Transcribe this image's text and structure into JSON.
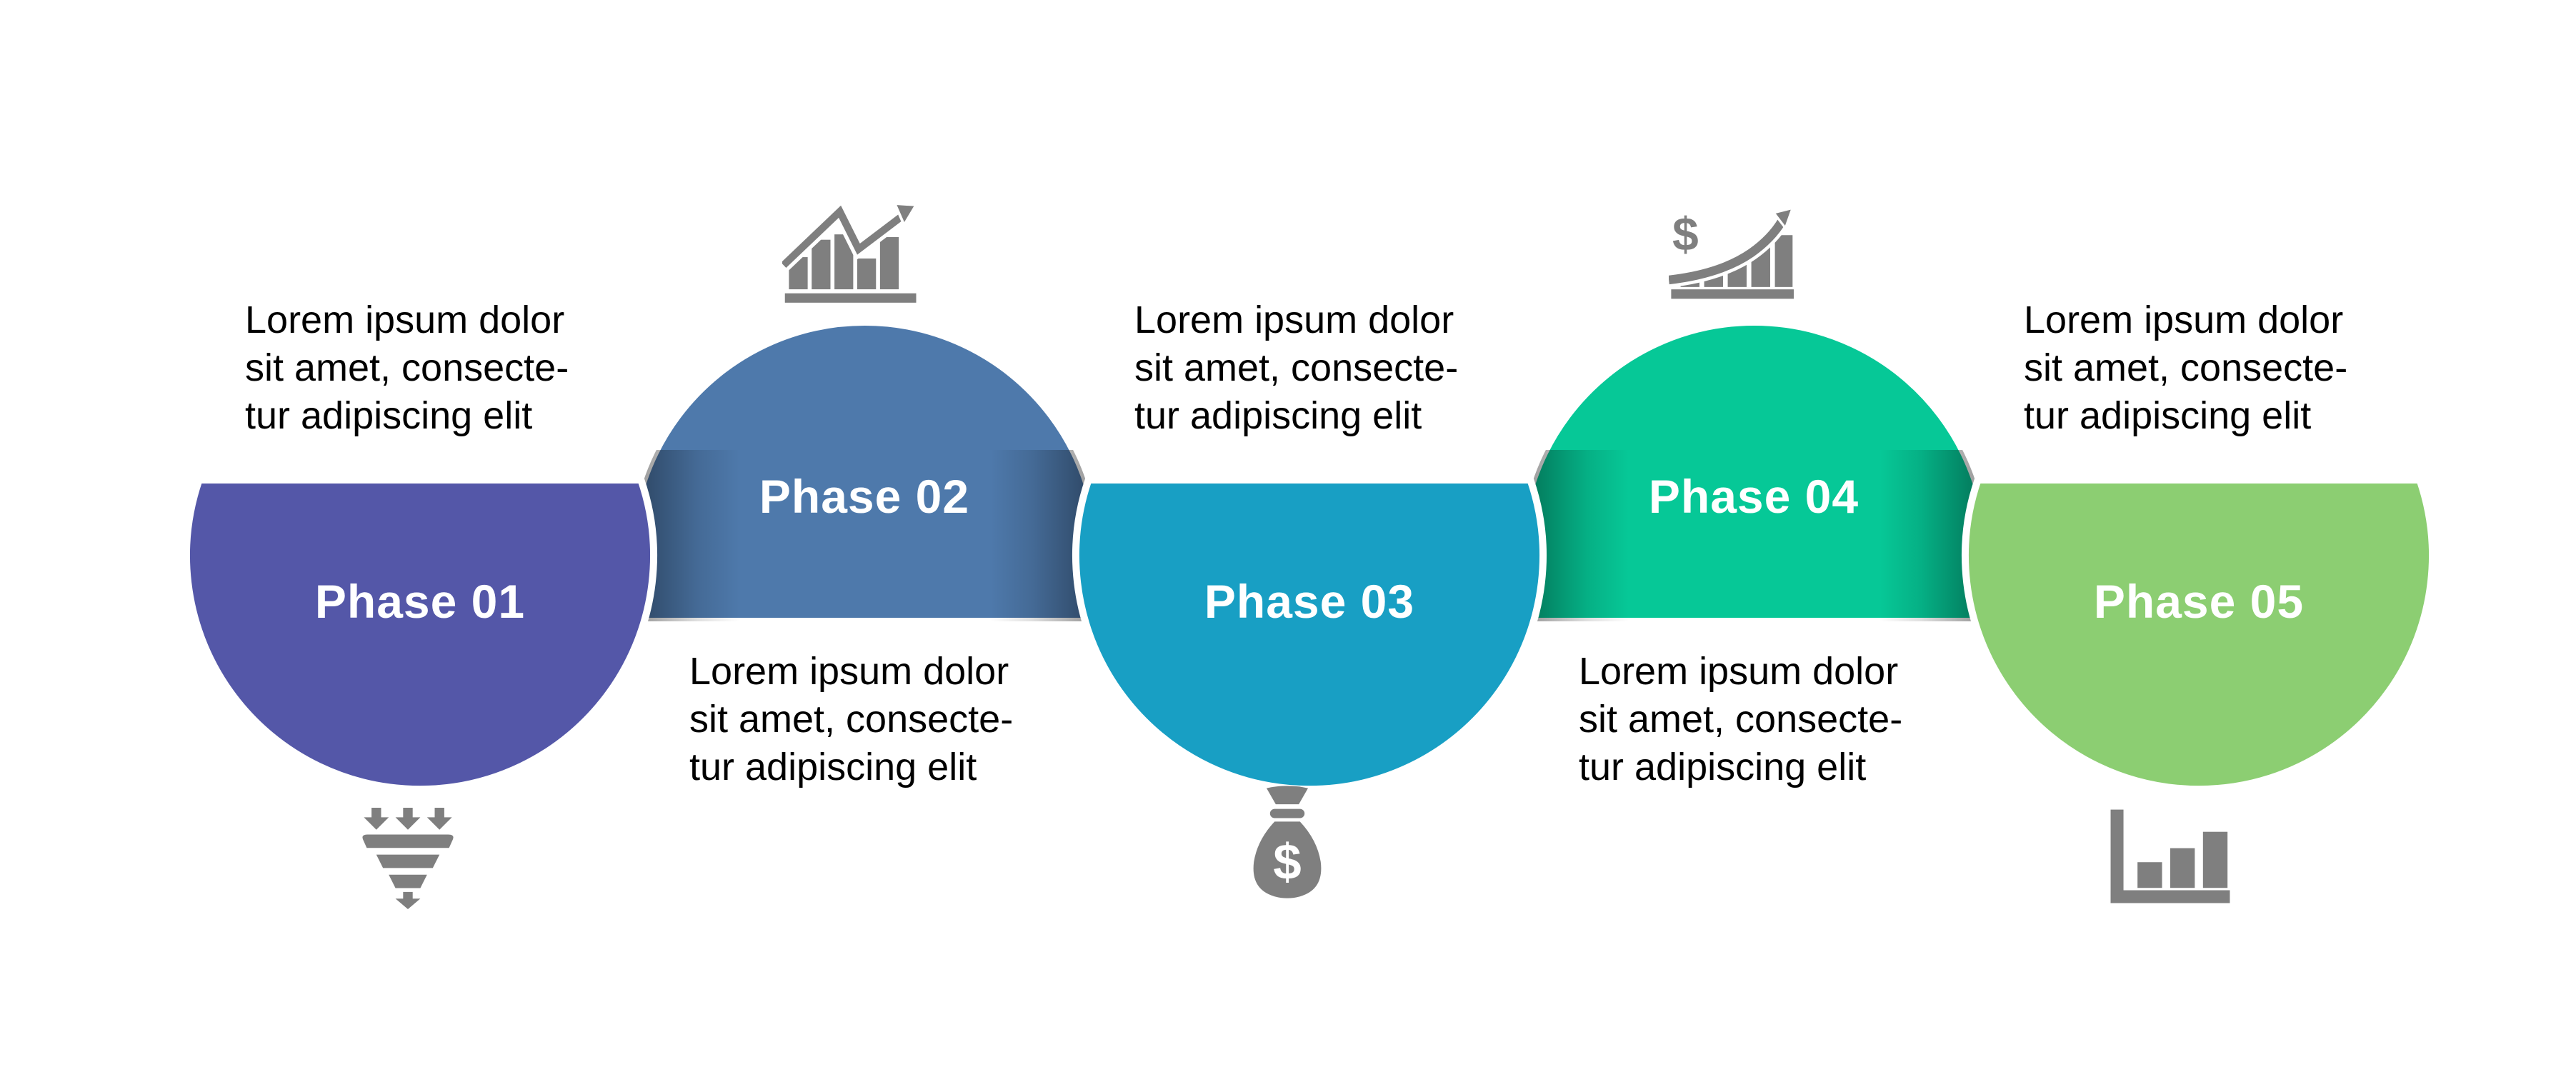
{
  "infographic": {
    "background_color": "#ffffff",
    "icon_color": "#7f7f7f",
    "phase_label_color": "#ffffff",
    "description_color": "#000000",
    "phases": [
      {
        "label": "Phase 01",
        "color": "#5457a8",
        "shape": "half-circle-down",
        "icon": "funnel-with-arrows",
        "icon_placement": "below",
        "description_placement": "above",
        "description_lines": [
          "Lorem ipsum dolor",
          "sit amet, consecte-",
          "tur adipiscing elit"
        ]
      },
      {
        "label": "Phase 02",
        "color": "#4e79ab",
        "shape": "half-circle-up",
        "icon": "bar-chart-trend-arrow",
        "icon_placement": "above",
        "description_placement": "below",
        "description_lines": [
          "Lorem ipsum dolor",
          "sit amet, consecte-",
          "tur adipiscing elit"
        ]
      },
      {
        "label": "Phase 03",
        "color": "#189fc4",
        "shape": "half-circle-down",
        "icon": "money-bag",
        "icon_placement": "below",
        "description_placement": "above",
        "description_lines": [
          "Lorem ipsum dolor",
          "sit amet, consecte-",
          "tur adipiscing elit"
        ]
      },
      {
        "label": "Phase 04",
        "color": "#06c897",
        "shape": "half-circle-up",
        "icon": "dollar-growth-chart",
        "icon_placement": "above",
        "description_placement": "below",
        "description_lines": [
          "Lorem ipsum dolor",
          "sit amet, consecte-",
          "tur adipiscing elit"
        ]
      },
      {
        "label": "Phase 05",
        "color": "#8cce72",
        "shape": "half-circle-down",
        "icon": "ascending-bar-chart",
        "icon_placement": "below",
        "description_placement": "above",
        "description_lines": [
          "Lorem ipsum dolor",
          "sit amet, consecte-",
          "tur adipiscing elit"
        ]
      }
    ]
  }
}
